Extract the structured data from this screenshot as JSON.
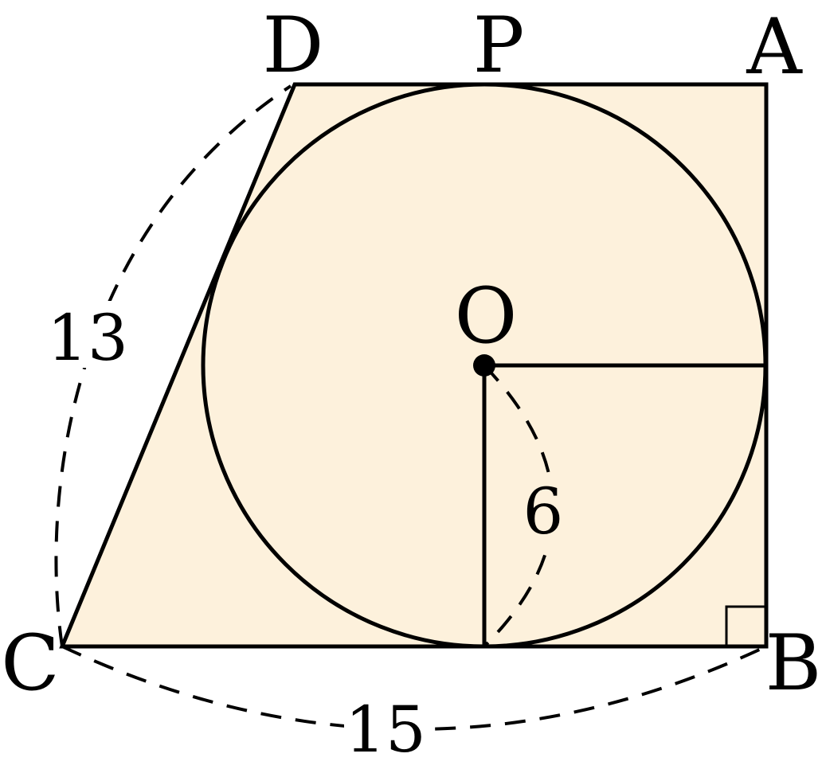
{
  "colors": {
    "fill": "#fdf1dc",
    "stroke": "#000000",
    "background": "#ffffff"
  },
  "points": {
    "A": "A",
    "B": "B",
    "C": "C",
    "D": "D",
    "P": "P",
    "O": "O"
  },
  "lengths": {
    "CD": "13",
    "CB": "15",
    "radius": "6"
  }
}
